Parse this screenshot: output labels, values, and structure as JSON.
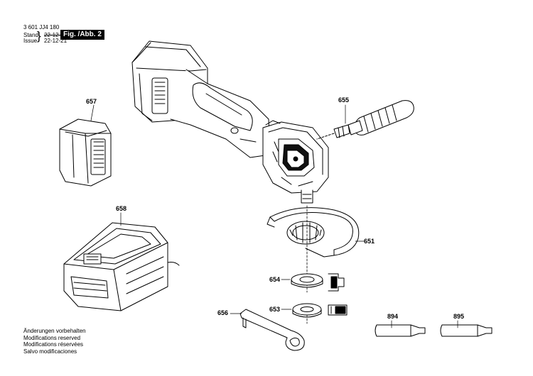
{
  "header": {
    "doc_number": "3 601 JJ4 180",
    "stand_label": "Stand",
    "issue_label": "Issue",
    "date_old": "22-12-07",
    "date_new": "22-12-21",
    "figure_label": "Fig. /Abb. 2"
  },
  "parts": {
    "p651": "651",
    "p653": "653",
    "p654": "654",
    "p655": "655",
    "p656": "656",
    "p657": "657",
    "p658": "658",
    "p894": "894",
    "p895": "895"
  },
  "footer": {
    "line1": "Änderungen vorbehalten",
    "line2": "Modifications reserved",
    "line3": "Modifications réservées",
    "line4": "Salvo modificaciones"
  }
}
